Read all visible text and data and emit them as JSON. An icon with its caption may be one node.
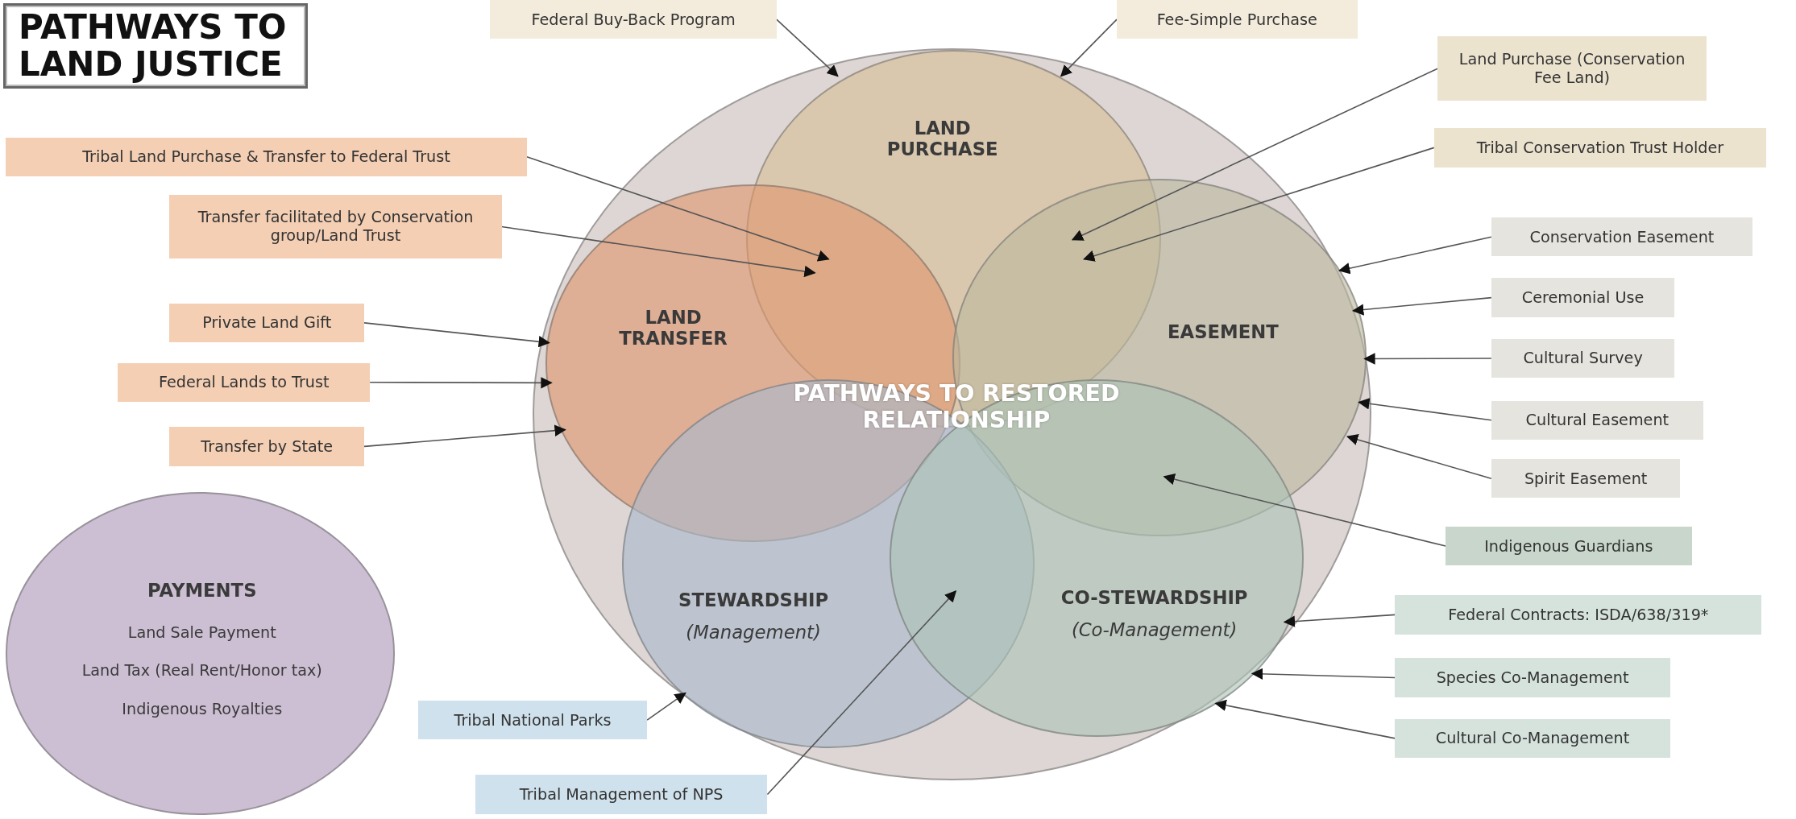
{
  "diagram": {
    "title": "PATHWAYS TO LAND JUSTICE",
    "nodes": [
      {
        "text": [],
        "shape": "circle"
      },
      {
        "text": [
          "LAND PURCHASE"
        ],
        "in": 0
      },
      {
        "text": [
          "LAND TRANSFER"
        ],
        "in": 0
      },
      {
        "text": [
          "EASEMENT"
        ],
        "in": 0
      },
      {
        "text": [
          "STEWARDSHIP",
          "(Management)"
        ],
        "in": 0
      },
      {
        "text": [
          "CO-STEWARDSHIP",
          "(Co-Management)"
        ],
        "in": 0
      },
      {
        "text": [
          "PAYMENTS",
          "Land Sale Payment",
          "Land Tax (Real Rent/Honor tax)",
          "Indigenous Royalties"
        ]
      },
      {
        "text": [
          "Federal Buy-Back Program"
        ]
      },
      {
        "text": [
          "Fee-Simple Purchase"
        ]
      },
      {
        "text": [
          "Land Purchase (Conservation Fee Land)"
        ]
      },
      {
        "text": [
          "Tribal Conservation Trust Holder"
        ]
      },
      {
        "text": [
          "Tribal Land Purchase & Transfer to Federal Trust"
        ]
      },
      {
        "text": [
          "Transfer facilitated by Conservation group/Land Trust"
        ]
      },
      {
        "text": [
          "Private Land Gift"
        ]
      },
      {
        "text": [
          "Federal Lands to Trust"
        ]
      },
      {
        "text": [
          "Transfer by State"
        ]
      },
      {
        "text": [
          "Conservation Easement"
        ]
      },
      {
        "text": [
          "Ceremonial Use"
        ]
      },
      {
        "text": [
          "Cultural Survey"
        ]
      },
      {
        "text": [
          "Cultural Easement"
        ]
      },
      {
        "text": [
          "Spirit Easement"
        ]
      },
      {
        "text": [
          "Indigenous Guardians"
        ]
      },
      {
        "text": [
          "Federal Contracts: ISDA/638/319*"
        ]
      },
      {
        "text": [
          "Species Co-Management"
        ]
      },
      {
        "text": [
          "Cultural Co-Management"
        ]
      },
      {
        "text": [
          "Tribal National Parks"
        ]
      },
      {
        "text": [
          "Tribal Management of NPS"
        ]
      }
    ],
    "edges": [
      {
        "from": 7,
        "to": 1,
        "arrow": "to"
      },
      {
        "from": 8,
        "to": 1,
        "arrow": "to"
      },
      {
        "from": 9,
        "to": 3,
        "arrow": "to"
      },
      {
        "from": 10,
        "to": 3,
        "arrow": "to"
      },
      {
        "from": 11,
        "to": 2,
        "arrow": "to"
      },
      {
        "from": 12,
        "to": 2,
        "arrow": "to"
      },
      {
        "from": 13,
        "to": 2,
        "arrow": "to"
      },
      {
        "from": 14,
        "to": 2,
        "arrow": "to"
      },
      {
        "from": 15,
        "to": 2,
        "arrow": "to"
      },
      {
        "from": 16,
        "to": 3,
        "arrow": "to"
      },
      {
        "from": 17,
        "to": 3,
        "arrow": "to"
      },
      {
        "from": 18,
        "to": 3,
        "arrow": "to"
      },
      {
        "from": 19,
        "to": 3,
        "arrow": "to"
      },
      {
        "from": 20,
        "to": 3,
        "arrow": "to"
      },
      {
        "from": 21,
        "to": 3,
        "arrow": "to"
      },
      {
        "from": 22,
        "to": 5,
        "arrow": "to"
      },
      {
        "from": 23,
        "to": 5,
        "arrow": "to"
      },
      {
        "from": 24,
        "to": 5,
        "arrow": "to"
      },
      {
        "from": 25,
        "to": 4,
        "arrow": "to"
      },
      {
        "from": 26,
        "to": 5,
        "arrow": "to"
      }
    ],
    "labels": [
      "PATHWAYS TO RESTORED RELATIONSHIP"
    ]
  }
}
